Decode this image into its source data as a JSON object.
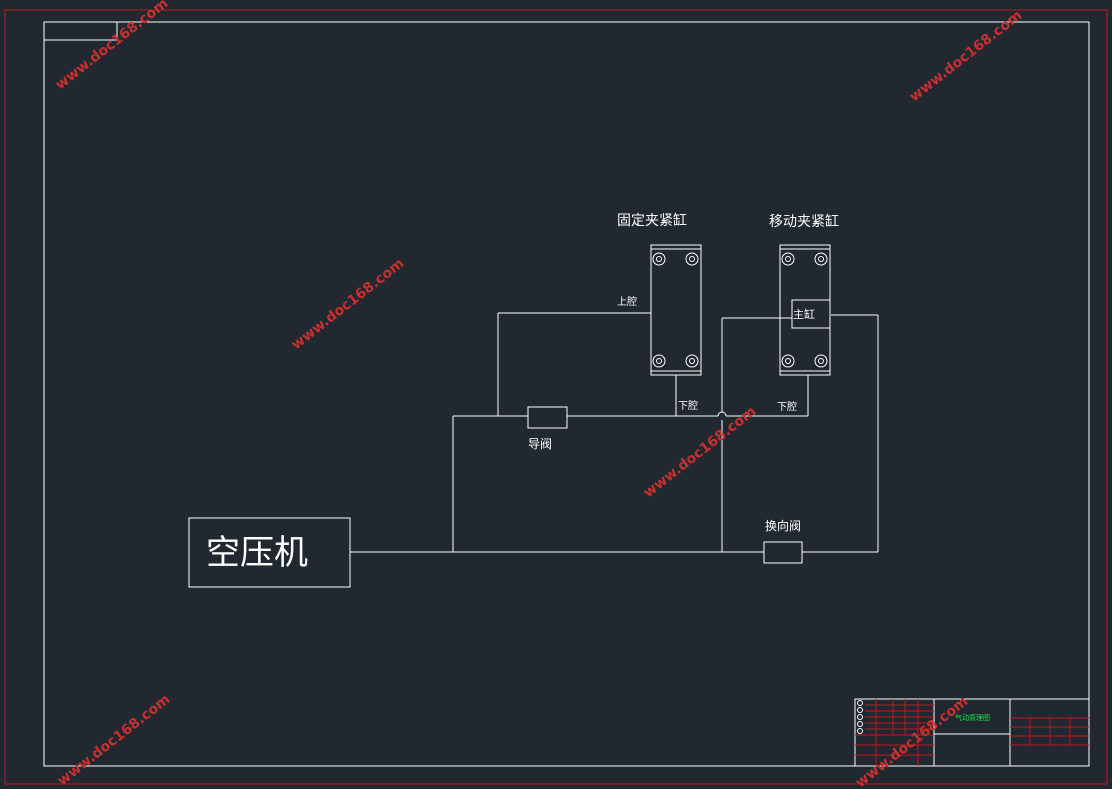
{
  "colors": {
    "background": "#212830",
    "line": "#ffffff",
    "border_red": "#c0181f",
    "title_green": "#22e14a",
    "watermark": "#c83030"
  },
  "labels": {
    "compressor": "空压机",
    "fixed_cylinder": "固定夹紧缸",
    "moving_cylinder": "移动夹紧缸",
    "upper_chamber": "上腔",
    "lower_chamber_fixed": "下腔",
    "lower_chamber_moving": "下腔",
    "main_cylinder": "主缸",
    "guide_valve": "导阀",
    "reversing_valve": "换向阀"
  },
  "title_block": {
    "drawing_title": "气动原理图"
  },
  "watermark": "www.doc168.com"
}
